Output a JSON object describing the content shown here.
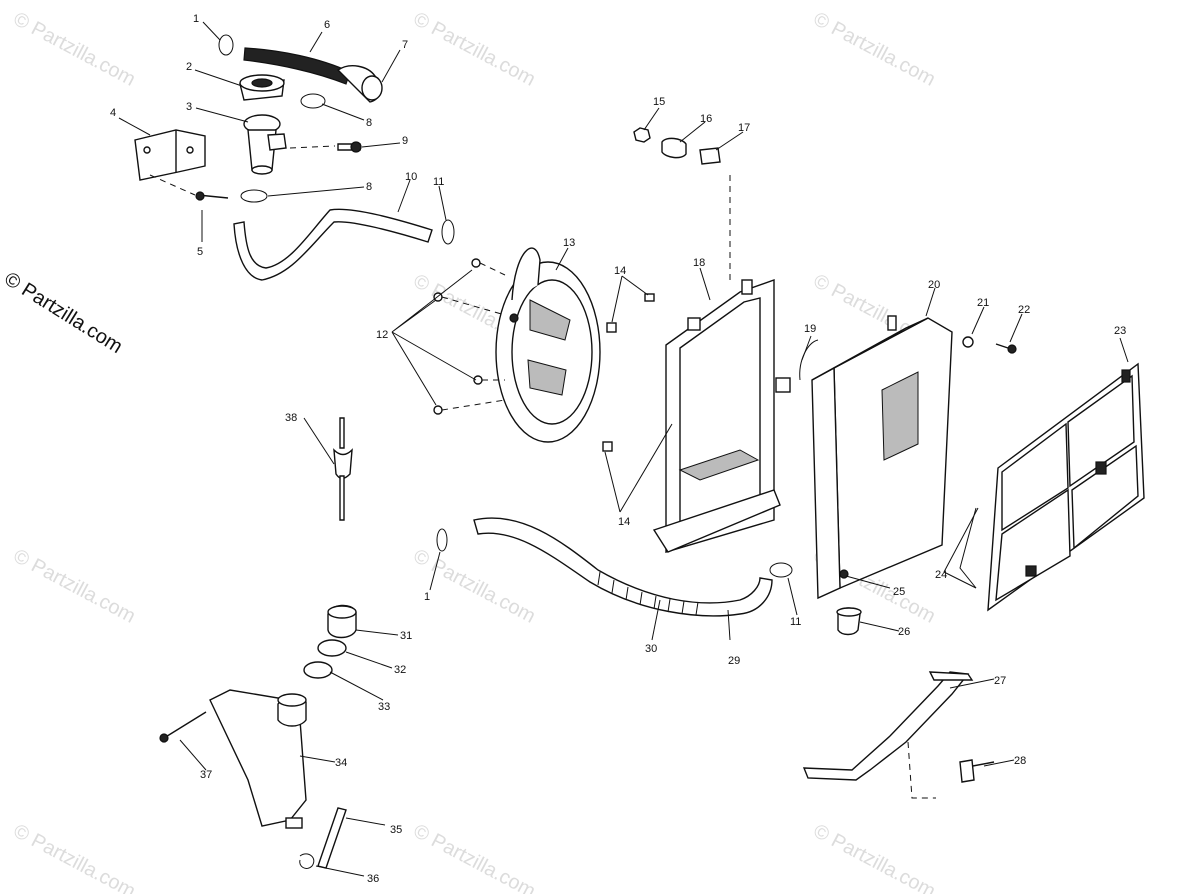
{
  "watermark": "© Partzilla.com",
  "copyright": "© Partzilla.com",
  "callouts": [
    {
      "id": "c1a",
      "text": "1"
    },
    {
      "id": "c2",
      "text": "2"
    },
    {
      "id": "c3",
      "text": "3"
    },
    {
      "id": "c4",
      "text": "4"
    },
    {
      "id": "c5",
      "text": "5"
    },
    {
      "id": "c6",
      "text": "6"
    },
    {
      "id": "c7",
      "text": "7"
    },
    {
      "id": "c8a",
      "text": "8"
    },
    {
      "id": "c8b",
      "text": "8"
    },
    {
      "id": "c9",
      "text": "9"
    },
    {
      "id": "c10",
      "text": "10"
    },
    {
      "id": "c11a",
      "text": "11"
    },
    {
      "id": "c11b",
      "text": "11"
    },
    {
      "id": "c12",
      "text": "12"
    },
    {
      "id": "c13",
      "text": "13"
    },
    {
      "id": "c14a",
      "text": "14"
    },
    {
      "id": "c14b",
      "text": "14"
    },
    {
      "id": "c15",
      "text": "15"
    },
    {
      "id": "c16",
      "text": "16"
    },
    {
      "id": "c17",
      "text": "17"
    },
    {
      "id": "c18",
      "text": "18"
    },
    {
      "id": "c19",
      "text": "19"
    },
    {
      "id": "c20",
      "text": "20"
    },
    {
      "id": "c21",
      "text": "21"
    },
    {
      "id": "c22",
      "text": "22"
    },
    {
      "id": "c23",
      "text": "23"
    },
    {
      "id": "c24",
      "text": "24"
    },
    {
      "id": "c25",
      "text": "25"
    },
    {
      "id": "c26",
      "text": "26"
    },
    {
      "id": "c27",
      "text": "27"
    },
    {
      "id": "c28",
      "text": "28"
    },
    {
      "id": "c29",
      "text": "29"
    },
    {
      "id": "c30",
      "text": "30"
    },
    {
      "id": "c31",
      "text": "31"
    },
    {
      "id": "c32",
      "text": "32"
    },
    {
      "id": "c33",
      "text": "33"
    },
    {
      "id": "c34",
      "text": "34"
    },
    {
      "id": "c35",
      "text": "35"
    },
    {
      "id": "c36",
      "text": "36"
    },
    {
      "id": "c37",
      "text": "37"
    },
    {
      "id": "c38",
      "text": "38"
    },
    {
      "id": "c1b",
      "text": "1"
    }
  ]
}
